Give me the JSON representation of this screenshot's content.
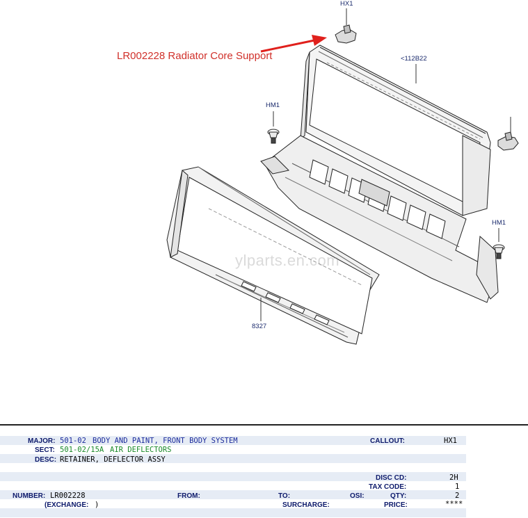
{
  "diagram": {
    "callout_note": "LR002228 Radiator Core Support",
    "labels": {
      "hx1": "HX1",
      "part_112b22": "<112B22",
      "hm1_left": "HM1",
      "hm1_right": "HM1",
      "part_8327": "8327"
    },
    "watermark": "ylparts.en.com"
  },
  "info": {
    "major_label": "MAJOR:",
    "major_code": "501-02",
    "major_text": "BODY AND PAINT, FRONT BODY SYSTEM",
    "sect_label": "SECT:",
    "sect_code": "501-02/15A",
    "sect_text": "AIR DEFLECTORS",
    "desc_label": "DESC:",
    "desc_text": "RETAINER, DEFLECTOR ASSY",
    "callout_label": "CALLOUT:",
    "callout_value": "HX1",
    "disc_cd_label": "DISC CD:",
    "disc_cd_value": "2H",
    "tax_code_label": "TAX CODE:",
    "tax_code_value": "1",
    "number_label": "NUMBER:",
    "number_value": "LR002228",
    "from_label": "FROM:",
    "to_label": "TO:",
    "osi_label": "OSI:",
    "qty_label": "QTY:",
    "qty_value": "2",
    "exchange_label": "(EXCHANGE:",
    "exchange_value": ")",
    "surcharge_label": "SURCHARGE:",
    "price_label": "PRICE:",
    "price_value": "****"
  }
}
